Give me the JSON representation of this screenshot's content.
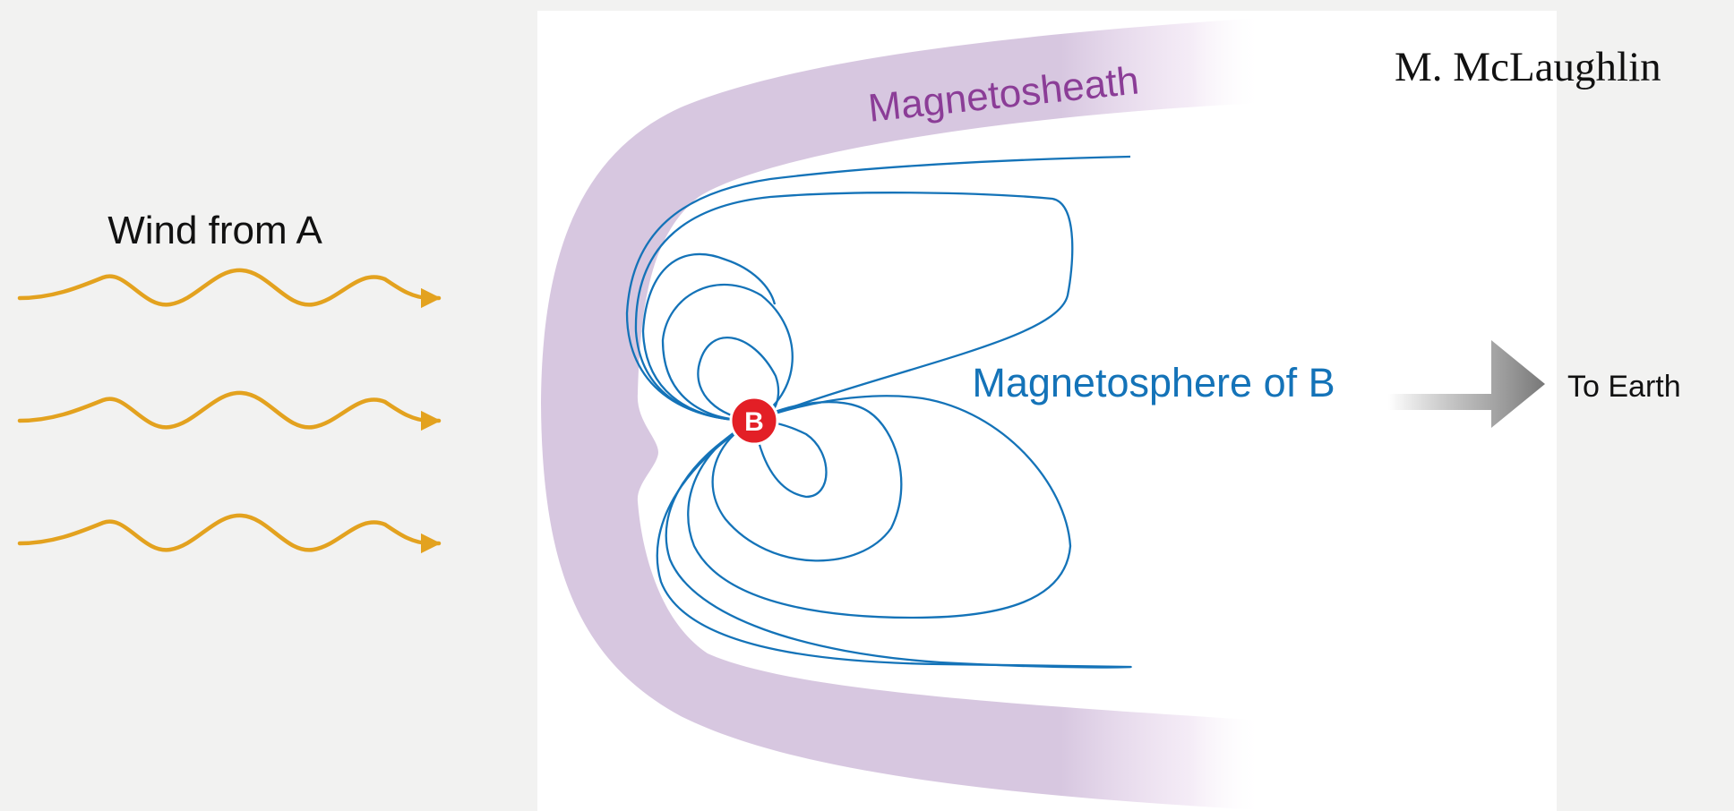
{
  "labels": {
    "wind": "Wind from A",
    "magnetosheath": "Magnetosheath",
    "magnetosphere": "Magnetosphere of B",
    "to_earth": "To Earth",
    "star": "B",
    "credit": "M. McLaughlin"
  },
  "colors": {
    "background": "#f2f2f1",
    "panel": "#ffffff",
    "wind_arrows": "#e3a21f",
    "magnetosheath": "#d7c7e0",
    "magnetosheath_text": "#8b3d97",
    "field_lines": "#1473b8",
    "star": "#e31f26",
    "earth_arrow": "#8a8a8a"
  },
  "icons": {
    "wind": "wavy-arrow-icon",
    "direction": "gradient-arrow-icon"
  }
}
